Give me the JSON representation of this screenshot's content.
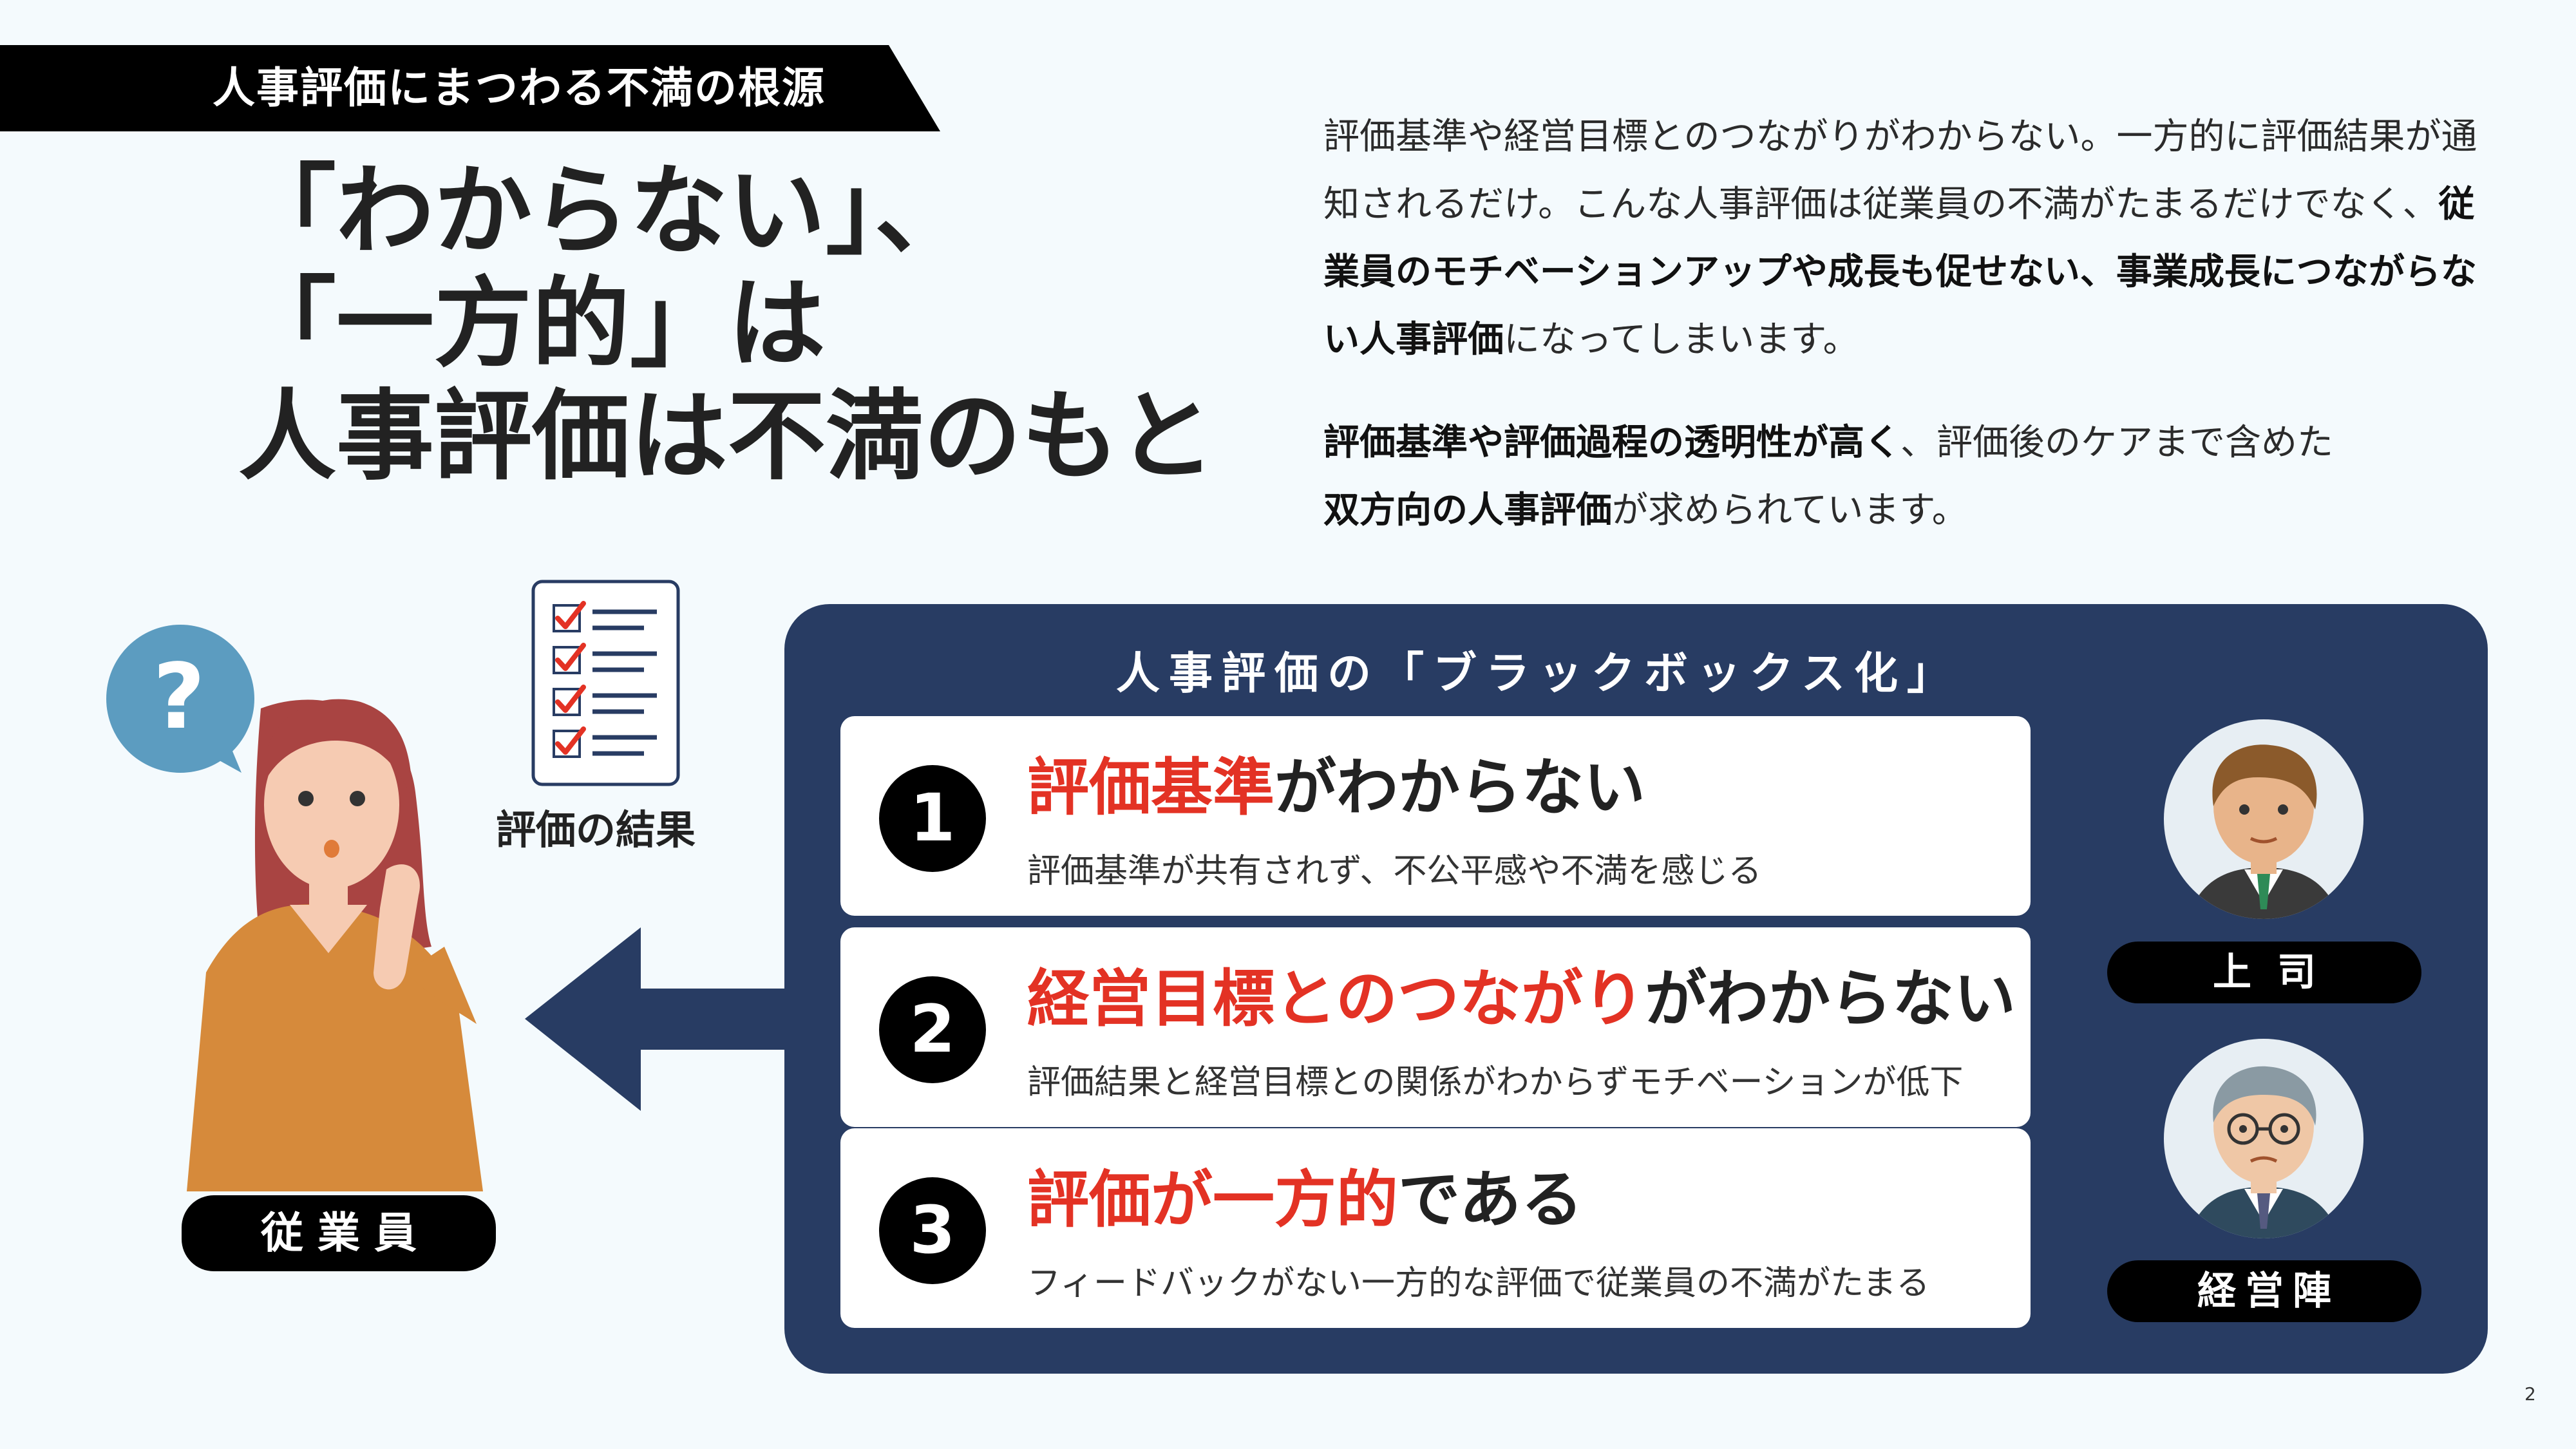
{
  "tag": {
    "text": "人事評価にまつわる不満の根源"
  },
  "headline": {
    "line1": "「わからない」、",
    "line2": "「一方的」は",
    "line3": "人事評価は不満のもと"
  },
  "description": {
    "p1_a": "評価基準や経営目標とのつながりがわからない。一方的に評価結果が通知されるだけ。こんな人事評価は従業員の不満がたまるだけでなく、",
    "p1_b": "従業員のモチベーションアップや成長も促せない、事業成長につながらない人事評価",
    "p1_c": "になってしまいます。",
    "p2_a": "評価基準や評価過程の透明性が高く",
    "p2_b": "、評価後のケアまで含めた",
    "p2_c": "双方向の人事評価",
    "p2_d": "が求められています。"
  },
  "panel": {
    "title": "人事評価の「ブラックボックス化」",
    "items": [
      {
        "num": "1",
        "title_red": "評価基準",
        "title_rest": "がわからない",
        "sub": "評価基準が共有されず、不公平感や不満を感じる"
      },
      {
        "num": "2",
        "title_red": "経営目標とのつながり",
        "title_rest": "がわからない",
        "sub": "評価結果と経営目標との関係がわからずモチベーションが低下"
      },
      {
        "num": "3",
        "title_red": "評価が一方的",
        "title_rest": "である",
        "sub": "フィードバックがない一方的な評価で従業員の不満がたまる"
      }
    ]
  },
  "people": {
    "boss": "上司",
    "exec": "経営陣",
    "employee": "従業員"
  },
  "question_mark": "?",
  "result_label": "評価の結果",
  "page_number": "2",
  "colors": {
    "navy": "#283c63",
    "red": "#e33224",
    "bg": "#f4fafd",
    "bubble": "#5c9cc0"
  }
}
